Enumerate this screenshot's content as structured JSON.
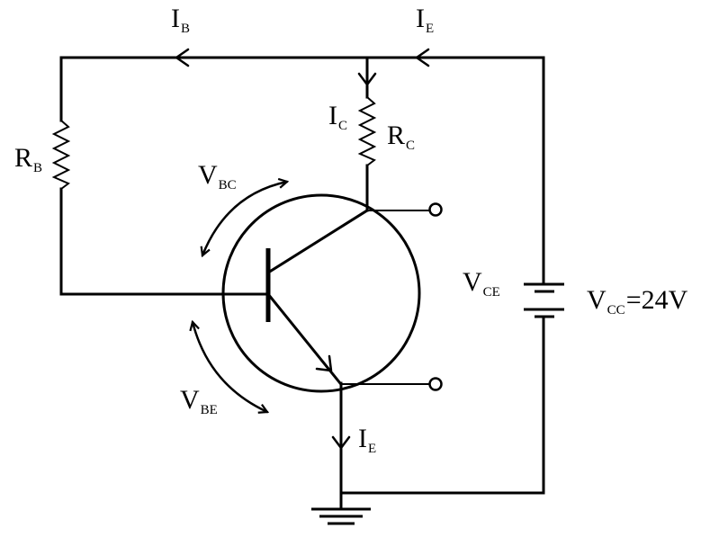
{
  "diagram": {
    "labels": {
      "ib": {
        "main": "I",
        "sub": "B"
      },
      "ie_top": {
        "main": "I",
        "sub": "E"
      },
      "ic": {
        "main": "I",
        "sub": "C"
      },
      "rc": {
        "main": "R",
        "sub": "C"
      },
      "rb": {
        "main": "R",
        "sub": "B"
      },
      "vbc": {
        "main": "V",
        "sub": "BC"
      },
      "vbe": {
        "main": "V",
        "sub": "BE"
      },
      "vce": {
        "main": "V",
        "sub": "CE"
      },
      "vcc": {
        "main": "V",
        "sub": "CC",
        "value": "=24V"
      },
      "ie_bottom": {
        "main": "I",
        "sub": "E"
      }
    }
  }
}
